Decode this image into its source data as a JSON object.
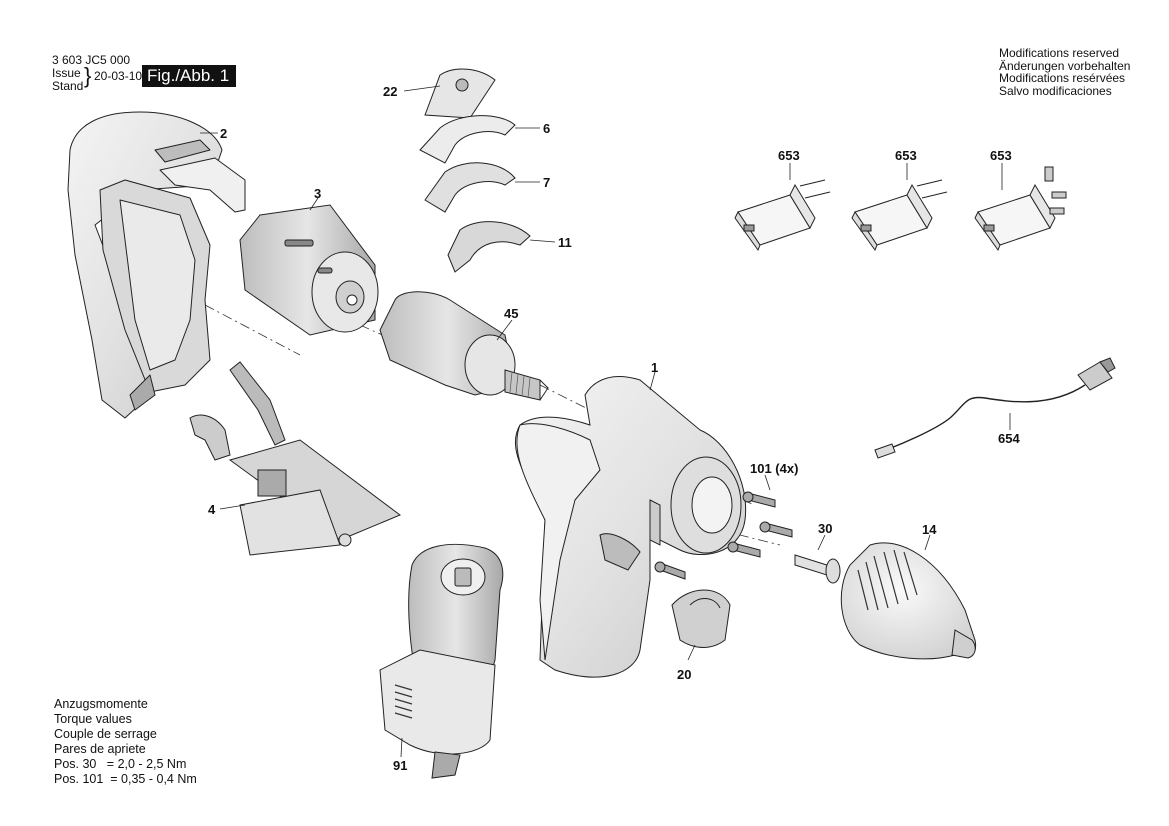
{
  "header": {
    "part_number": "3 603 JC5 000",
    "issue_label": "Issue",
    "stand_label": "Stand",
    "date": "20-03-10",
    "figure": "Fig./Abb. 1"
  },
  "modifications": [
    "Modifications reserved",
    "Änderungen vorbehalten",
    "Modifications resérvées",
    "Salvo modificaciones"
  ],
  "torque": {
    "lines": [
      "Anzugsmomente",
      "Torque values",
      "Couple de serrage",
      "Pares de apriete"
    ],
    "values": [
      "Pos. 30   = 2,0 - 2,5 Nm",
      "Pos. 101  = 0,35 - 0,4 Nm"
    ]
  },
  "callouts": {
    "p22": "22",
    "p6": "6",
    "p7": "7",
    "p11": "11",
    "p2": "2",
    "p3": "3",
    "p45": "45",
    "p1": "1",
    "p101": "101 (4x)",
    "p30": "30",
    "p14": "14",
    "p20": "20",
    "p4": "4",
    "p91": "91",
    "p653a": "653",
    "p653b": "653",
    "p653c": "653",
    "p654": "654"
  }
}
